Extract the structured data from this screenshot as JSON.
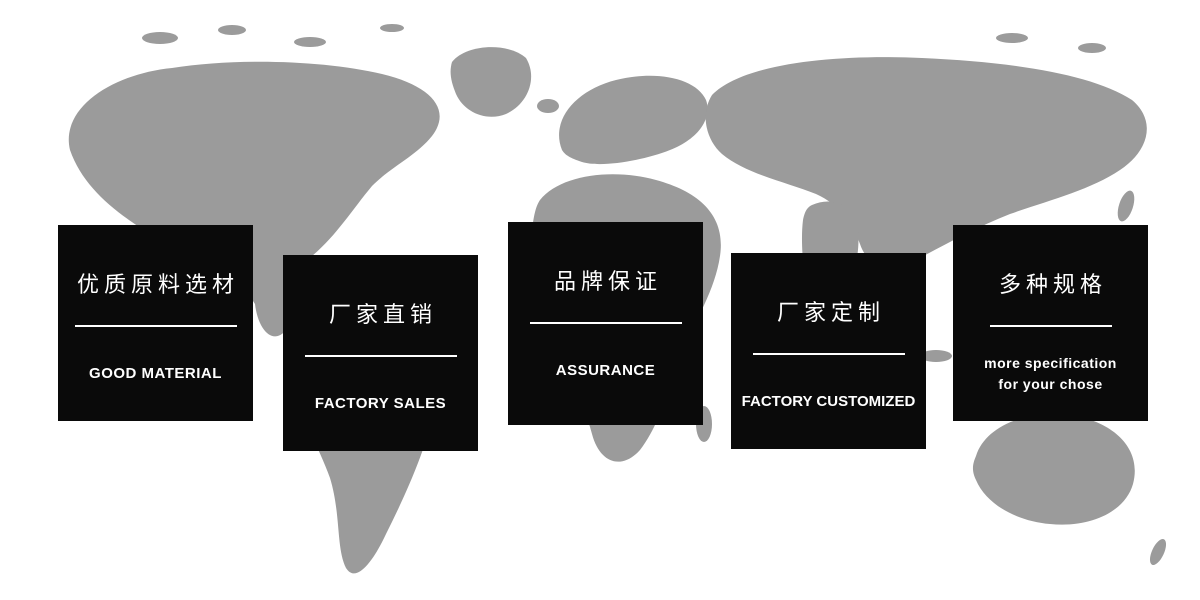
{
  "banner": {
    "map_color": "#9b9b9b",
    "card_background": "#0a0a0a",
    "card_text_color": "#ffffff"
  },
  "features": [
    {
      "title_cn": "优质原料选材",
      "subtitle_en": "GOOD MATERIAL"
    },
    {
      "title_cn": "厂家直销",
      "subtitle_en": "FACTORY SALES"
    },
    {
      "title_cn": "品牌保证",
      "subtitle_en": "ASSURANCE"
    },
    {
      "title_cn": "厂家定制",
      "subtitle_en": "FACTORY CUSTOMIZED"
    },
    {
      "title_cn": "多种规格",
      "subtitle_en": "more specification\nfor your chose"
    }
  ]
}
